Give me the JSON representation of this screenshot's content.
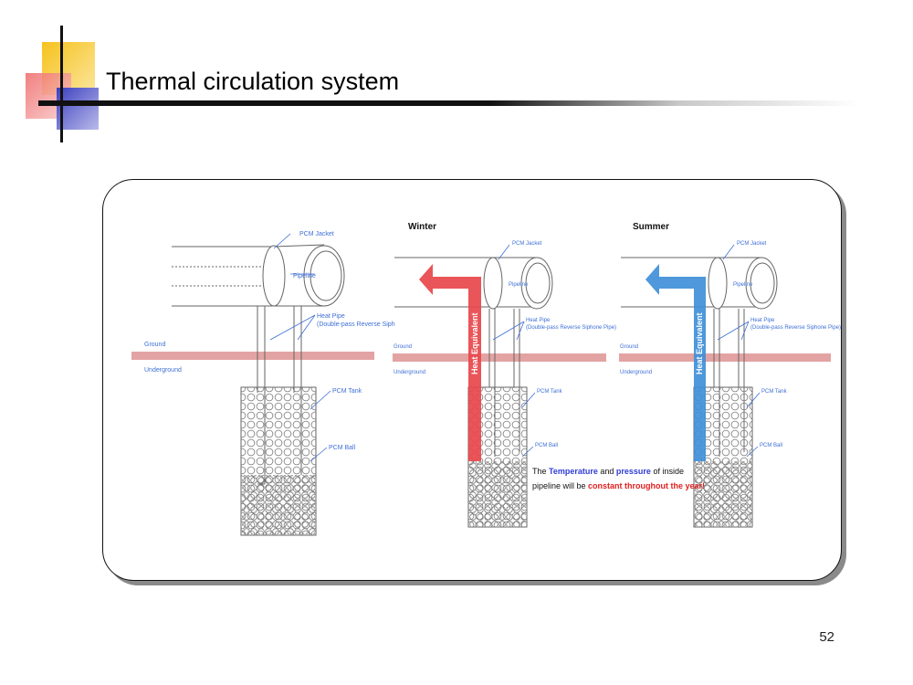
{
  "slide": {
    "title": "Thermal circulation system",
    "page_number": "52"
  },
  "colors": {
    "winter_arrow": "#e8474b",
    "summer_arrow": "#3f8fd8",
    "ground_band": "#e3a3a3",
    "deco_yellow": "#f6c21c",
    "deco_red": "#ef6a6a",
    "deco_blue": "#3d3fbf",
    "label_blue": "#3d6fd6",
    "note_blue": "#2f3cd4",
    "note_red": "#e02020"
  },
  "diagram": {
    "left": {
      "pcm_jacket": "PCM Jacket",
      "pipeline": "Pipeline",
      "heat_pipe": "Heat Pipe",
      "heat_pipe_sub": "(Double-pass Reverse Siph",
      "ground": "Ground",
      "underground": "Underground",
      "pcm_tank": "PCM Tank",
      "pcm_ball": "PCM Ball"
    },
    "winter": {
      "season": "Winter",
      "pcm_jacket": "PCM Jacket",
      "pipeline": "Pipeline",
      "heat_pipe": "Heat Pipe",
      "heat_pipe_sub": "(Double-pass Reverse Siphone Pipe)",
      "ground": "Ground",
      "underground": "Underground",
      "pcm_tank": "PCM Tank",
      "pcm_ball": "PCM Ball",
      "arrow_label": "Heat Equivalent"
    },
    "summer": {
      "season": "Summer",
      "pcm_jacket": "PCM Jacket",
      "pipeline": "Pipeline",
      "heat_pipe": "Heat Pipe",
      "heat_pipe_sub": "(Double-pass Reverse Siphone Pipe)",
      "ground": "Ground",
      "underground": "Underground",
      "pcm_tank": "PCM Tank",
      "pcm_ball": "PCM Ball",
      "arrow_label": "Heat Equivalent"
    },
    "note": {
      "part1": "The ",
      "part2": "Temperature",
      "part3": " and ",
      "part4": "pressure",
      "part5": " of inside",
      "line2a": "pipeline will be ",
      "line2b": "constant throughout the year!"
    }
  }
}
